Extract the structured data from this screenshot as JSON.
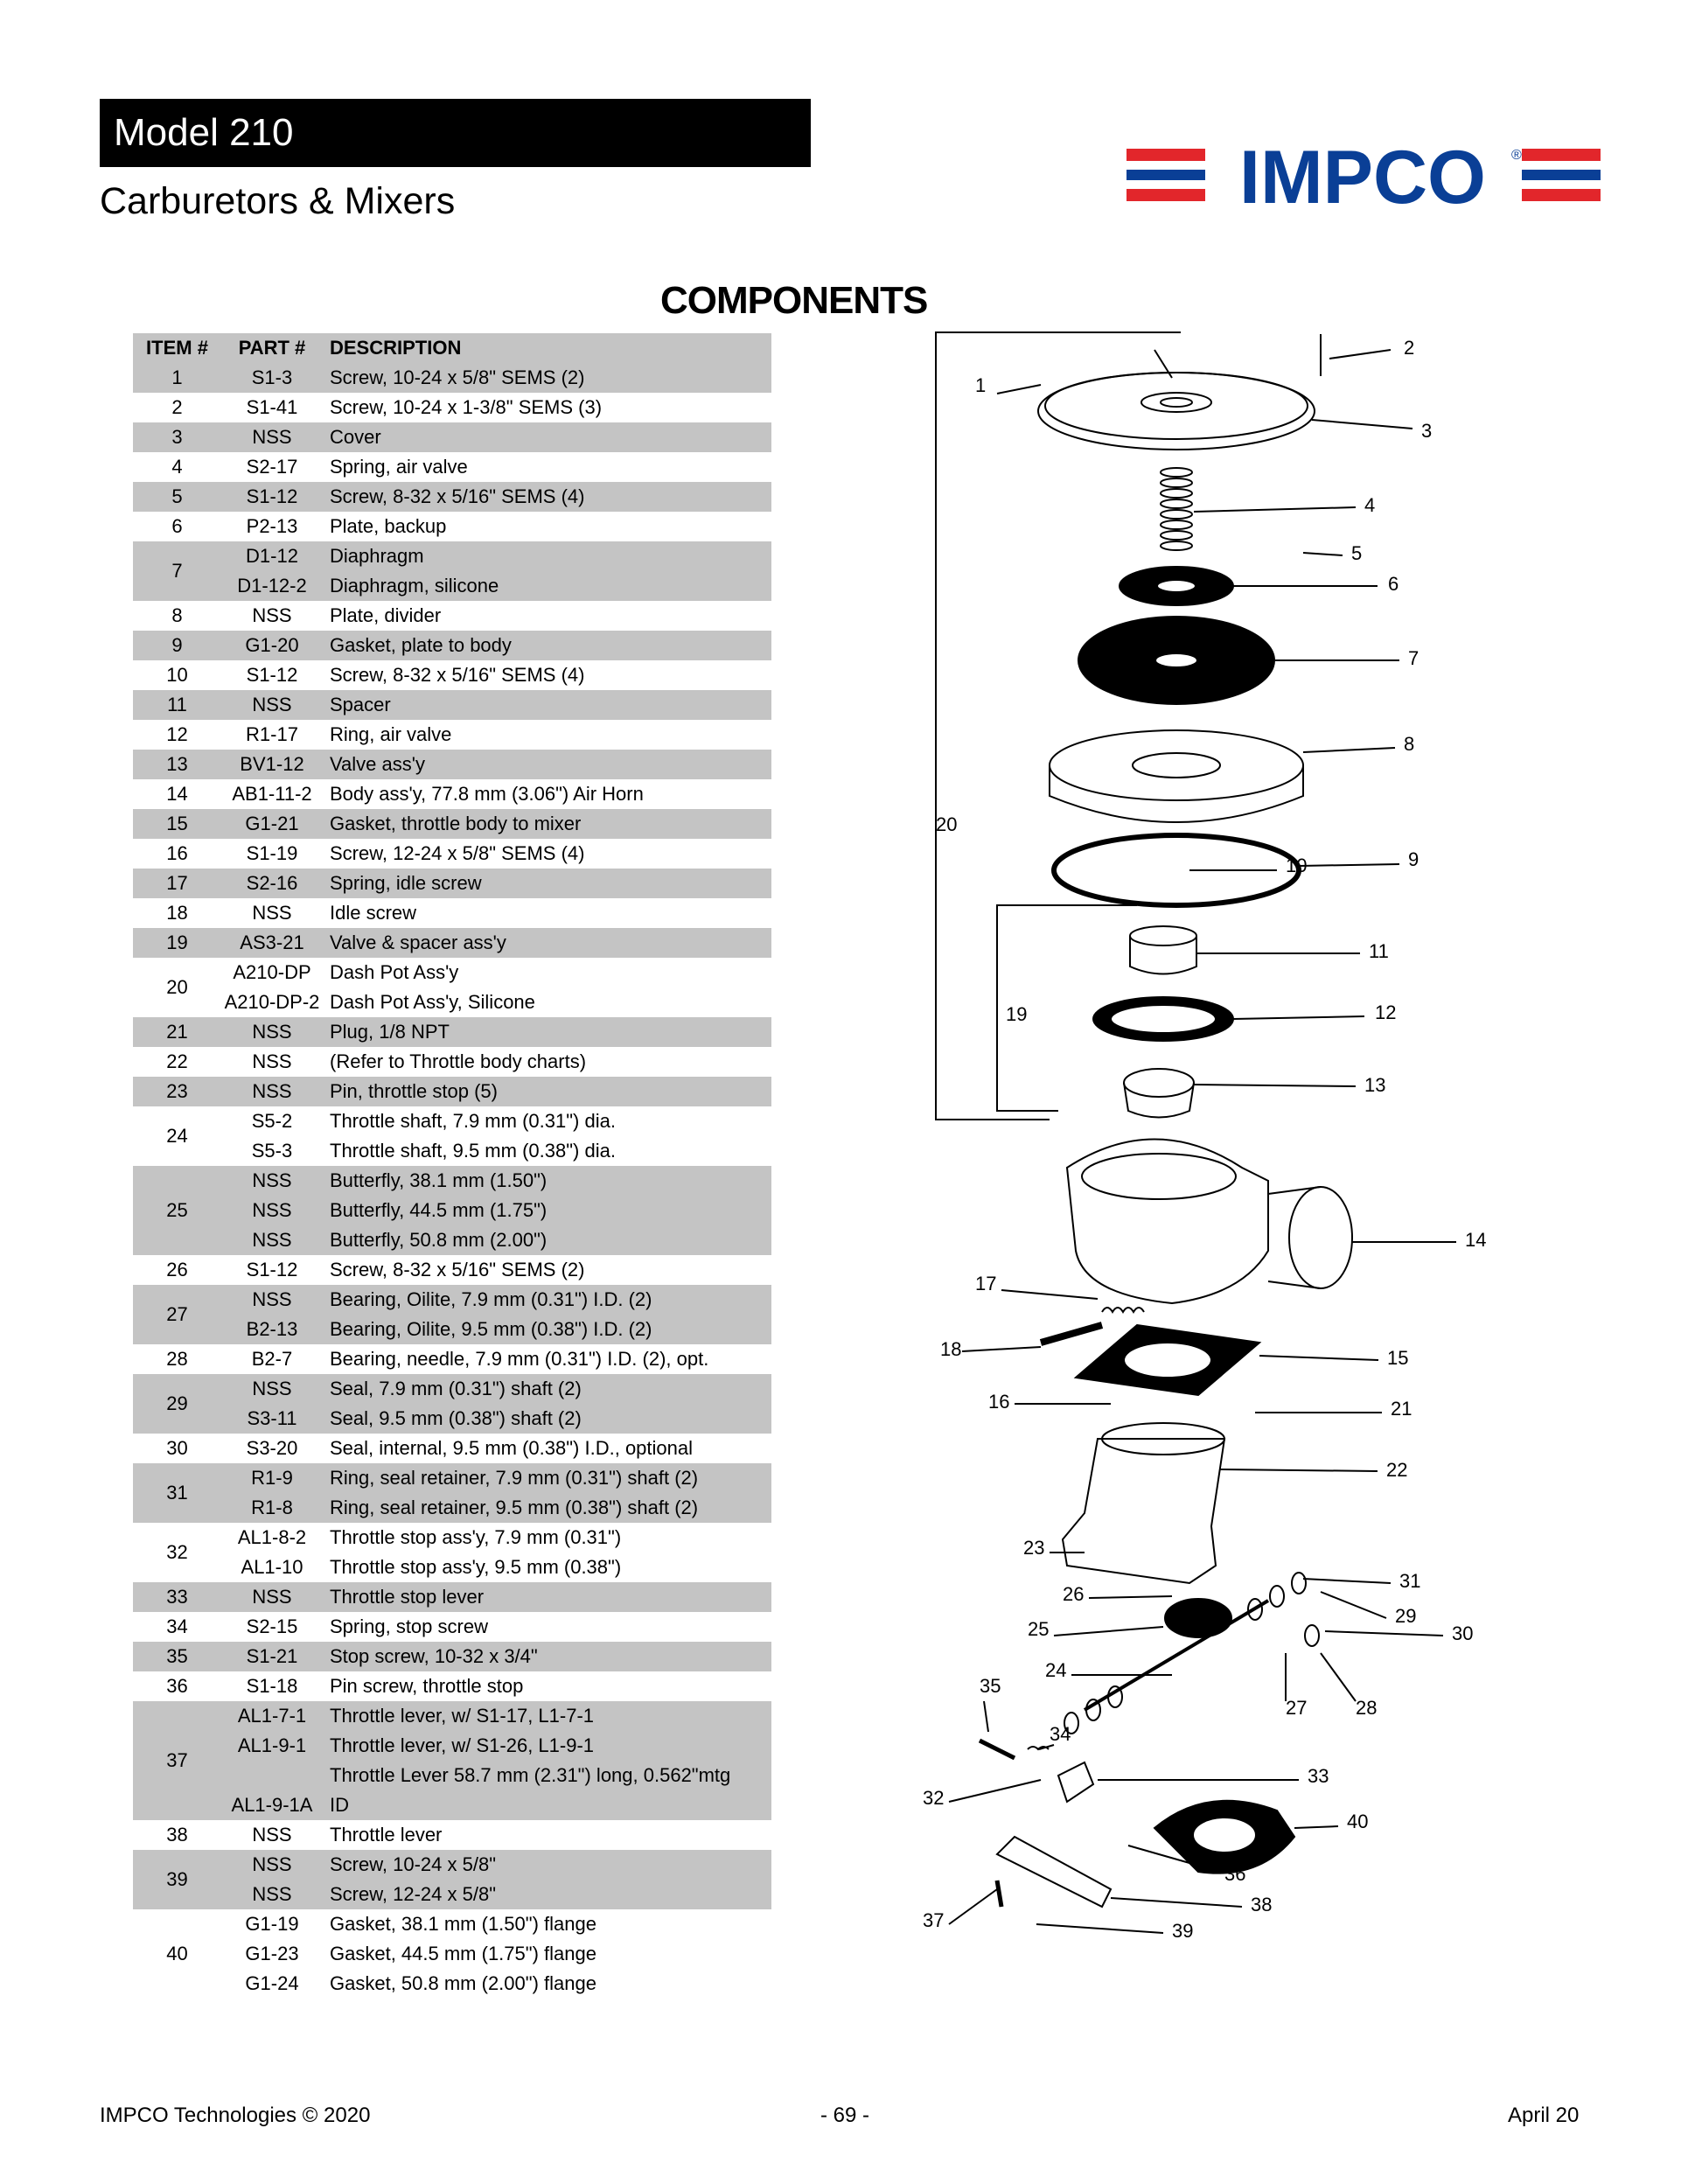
{
  "header": {
    "model": "Model 210",
    "subtitle": "Carburetors & Mixers",
    "logo_text": "IMPCO",
    "logo_mark": "®"
  },
  "section_title": "COMPONENTS",
  "table": {
    "headers": [
      "ITEM #",
      "PART #",
      "DESCRIPTION"
    ],
    "groups": [
      {
        "item": "1",
        "rows": [
          [
            "S1-3",
            "Screw, 10-24 x 5/8\" SEMS (2)"
          ]
        ]
      },
      {
        "item": "2",
        "rows": [
          [
            "S1-41",
            "Screw, 10-24 x 1-3/8\" SEMS (3)"
          ]
        ]
      },
      {
        "item": "3",
        "rows": [
          [
            "NSS",
            "Cover"
          ]
        ]
      },
      {
        "item": "4",
        "rows": [
          [
            "S2-17",
            "Spring, air valve"
          ]
        ]
      },
      {
        "item": "5",
        "rows": [
          [
            "S1-12",
            "Screw, 8-32 x 5/16\" SEMS (4)"
          ]
        ]
      },
      {
        "item": "6",
        "rows": [
          [
            "P2-13",
            "Plate, backup"
          ]
        ]
      },
      {
        "item": "7",
        "rows": [
          [
            "D1-12",
            "Diaphragm"
          ],
          [
            "D1-12-2",
            "Diaphragm, silicone"
          ]
        ]
      },
      {
        "item": "8",
        "rows": [
          [
            "NSS",
            "Plate, divider"
          ]
        ]
      },
      {
        "item": "9",
        "rows": [
          [
            "G1-20",
            "Gasket, plate to body"
          ]
        ]
      },
      {
        "item": "10",
        "rows": [
          [
            "S1-12",
            "Screw, 8-32 x 5/16\" SEMS (4)"
          ]
        ]
      },
      {
        "item": "11",
        "rows": [
          [
            "NSS",
            "Spacer"
          ]
        ]
      },
      {
        "item": "12",
        "rows": [
          [
            "R1-17",
            "Ring, air valve"
          ]
        ]
      },
      {
        "item": "13",
        "rows": [
          [
            "BV1-12",
            "Valve ass'y"
          ]
        ]
      },
      {
        "item": "14",
        "rows": [
          [
            "AB1-11-2",
            "Body ass'y, 77.8 mm (3.06\") Air Horn"
          ]
        ]
      },
      {
        "item": "15",
        "rows": [
          [
            "G1-21",
            "Gasket, throttle body to mixer"
          ]
        ]
      },
      {
        "item": "16",
        "rows": [
          [
            "S1-19",
            "Screw, 12-24 x 5/8\" SEMS (4)"
          ]
        ]
      },
      {
        "item": "17",
        "rows": [
          [
            "S2-16",
            "Spring, idle screw"
          ]
        ]
      },
      {
        "item": "18",
        "rows": [
          [
            "NSS",
            "Idle screw"
          ]
        ]
      },
      {
        "item": "19",
        "rows": [
          [
            "AS3-21",
            "Valve & spacer ass'y"
          ]
        ]
      },
      {
        "item": "20",
        "rows": [
          [
            "A210-DP",
            "Dash Pot Ass'y"
          ],
          [
            "A210-DP-2",
            "Dash Pot Ass'y, Silicone"
          ]
        ]
      },
      {
        "item": "21",
        "rows": [
          [
            "NSS",
            "Plug, 1/8 NPT"
          ]
        ]
      },
      {
        "item": "22",
        "rows": [
          [
            "NSS",
            "(Refer to Throttle body charts)"
          ]
        ]
      },
      {
        "item": "23",
        "rows": [
          [
            "NSS",
            "Pin, throttle stop (5)"
          ]
        ]
      },
      {
        "item": "24",
        "rows": [
          [
            "S5-2",
            "Throttle shaft, 7.9 mm (0.31\") dia."
          ],
          [
            "S5-3",
            "Throttle shaft, 9.5 mm (0.38\") dia."
          ]
        ]
      },
      {
        "item": "25",
        "rows": [
          [
            "NSS",
            "Butterfly, 38.1 mm (1.50\")"
          ],
          [
            "NSS",
            "Butterfly, 44.5 mm (1.75\")"
          ],
          [
            "NSS",
            "Butterfly, 50.8 mm (2.00\")"
          ]
        ]
      },
      {
        "item": "26",
        "rows": [
          [
            "S1-12",
            "Screw, 8-32 x 5/16\" SEMS (2)"
          ]
        ]
      },
      {
        "item": "27",
        "rows": [
          [
            "NSS",
            "Bearing, Oilite, 7.9 mm (0.31\") I.D. (2)"
          ],
          [
            "B2-13",
            "Bearing, Oilite, 9.5 mm (0.38\") I.D. (2)"
          ]
        ]
      },
      {
        "item": "28",
        "rows": [
          [
            "B2-7",
            "Bearing, needle, 7.9 mm (0.31\") I.D. (2), opt."
          ]
        ]
      },
      {
        "item": "29",
        "rows": [
          [
            "NSS",
            "Seal, 7.9 mm (0.31\") shaft (2)"
          ],
          [
            "S3-11",
            "Seal, 9.5 mm (0.38\") shaft (2)"
          ]
        ]
      },
      {
        "item": "30",
        "rows": [
          [
            "S3-20",
            "Seal, internal, 9.5 mm (0.38\") I.D., optional"
          ]
        ]
      },
      {
        "item": "31",
        "rows": [
          [
            "R1-9",
            "Ring, seal retainer, 7.9 mm (0.31\") shaft (2)"
          ],
          [
            "R1-8",
            "Ring, seal retainer, 9.5 mm (0.38\") shaft (2)"
          ]
        ]
      },
      {
        "item": "32",
        "rows": [
          [
            "AL1-8-2",
            "Throttle stop ass'y, 7.9 mm (0.31\")"
          ],
          [
            "AL1-10",
            "Throttle stop ass'y, 9.5 mm (0.38\")"
          ]
        ]
      },
      {
        "item": "33",
        "rows": [
          [
            "NSS",
            "Throttle stop lever"
          ]
        ]
      },
      {
        "item": "34",
        "rows": [
          [
            "S2-15",
            "Spring, stop screw"
          ]
        ]
      },
      {
        "item": "35",
        "rows": [
          [
            "S1-21",
            "Stop screw, 10-32 x 3/4\""
          ]
        ]
      },
      {
        "item": "36",
        "rows": [
          [
            "S1-18",
            "Pin screw, throttle stop"
          ]
        ]
      },
      {
        "item": "37",
        "rows": [
          [
            "AL1-7-1",
            "Throttle lever, w/ S1-17, L1-7-1"
          ],
          [
            "AL1-9-1",
            "Throttle lever, w/ S1-26, L1-9-1"
          ],
          [
            "",
            "Throttle Lever 58.7 mm (2.31\") long, 0.562\"mtg"
          ],
          [
            "AL1-9-1A",
            "ID"
          ]
        ]
      },
      {
        "item": "38",
        "rows": [
          [
            "NSS",
            "Throttle lever"
          ]
        ]
      },
      {
        "item": "39",
        "rows": [
          [
            "NSS",
            "Screw, 10-24 x 5/8\""
          ],
          [
            "NSS",
            "Screw, 12-24 x 5/8\""
          ]
        ]
      },
      {
        "item": "40",
        "rows": [
          [
            "G1-19",
            "Gasket, 38.1 mm (1.50\") flange"
          ],
          [
            "G1-23",
            "Gasket, 44.5 mm (1.75\") flange"
          ],
          [
            "G1-24",
            "Gasket, 50.8 mm (2.00\") flange"
          ]
        ]
      }
    ]
  },
  "diagram": {
    "callouts": [
      "1",
      "2",
      "3",
      "4",
      "5",
      "6",
      "7",
      "8",
      "9",
      "10",
      "11",
      "12",
      "13",
      "14",
      "15",
      "16",
      "17",
      "18",
      "19",
      "20",
      "21",
      "22",
      "23",
      "24",
      "25",
      "26",
      "27",
      "28",
      "29",
      "30",
      "31",
      "32",
      "33",
      "34",
      "35",
      "36",
      "37",
      "38",
      "39",
      "40"
    ]
  },
  "footer": {
    "left": "IMPCO Technologies © 2020",
    "center": "- 69 -",
    "right": "April 20"
  },
  "colors": {
    "logo_blue": "#0a3f96",
    "logo_red": "#e2262b",
    "row_shade": "#c4c4c4"
  }
}
